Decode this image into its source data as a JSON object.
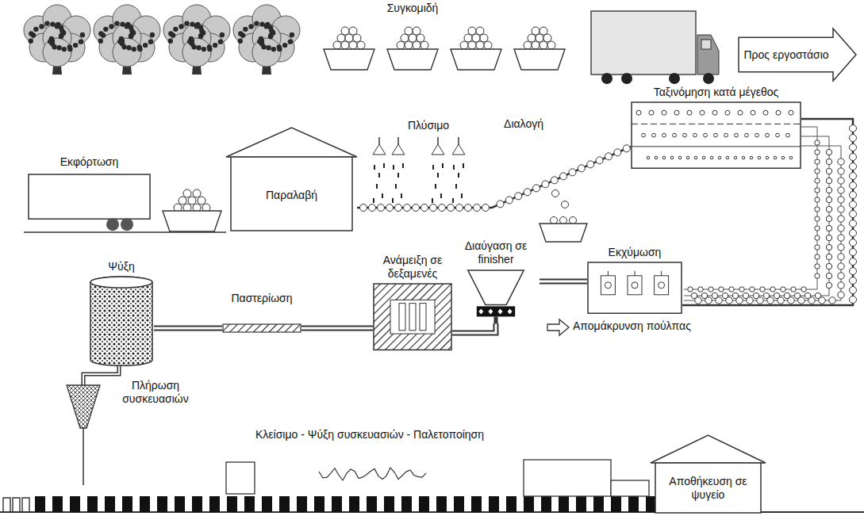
{
  "diagram": {
    "nodes": [
      {
        "text": [
          "Προς εργοστάσιο"
        ]
      },
      {
        "text": [
          "Εκφόρτωση"
        ]
      },
      {
        "text": [
          "Παραλαβή"
        ]
      },
      {
        "text": [
          "Ταξινόμηση κατά μέγεθος"
        ]
      },
      {
        "text": [
          "Εκχύμωση"
        ]
      },
      {
        "text": [
          "Διαύγαση σε finisher"
        ]
      },
      {
        "text": [
          "Ανάμειξη σε δεξαμενές"
        ]
      },
      {
        "text": [
          "Παστερίωση"
        ]
      },
      {
        "text": [
          "Ψύξη"
        ]
      },
      {
        "text": [
          "Αποθήκευση σε ψυγείο"
        ]
      }
    ],
    "edges": [
      {
        "from": 2,
        "to": 3,
        "arrow": "none"
      },
      {
        "from": 3,
        "to": 4,
        "arrow": "none"
      },
      {
        "from": 4,
        "to": 5,
        "arrow": "none"
      },
      {
        "from": 5,
        "to": 6,
        "arrow": "none"
      },
      {
        "from": 6,
        "to": 7,
        "arrow": "none"
      },
      {
        "from": 7,
        "to": 8,
        "arrow": "none"
      }
    ],
    "labels": [
      "Συγκομιδή",
      "Πλύσιμο",
      "Διαλογή",
      "Απομάκρυνση πούλπας",
      "Πλήρωση συσκευασιών",
      "Κλείσιμο - Ψύξη συσκευασιών - Παλετοποίηση"
    ]
  }
}
